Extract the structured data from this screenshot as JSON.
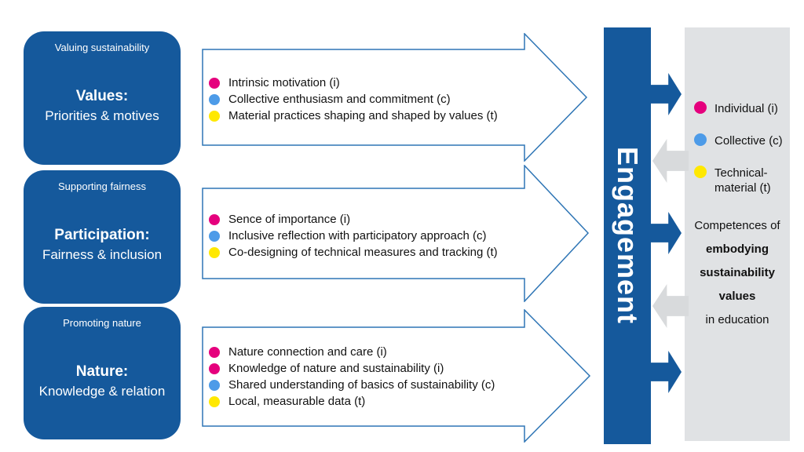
{
  "colors": {
    "primary_blue": "#15599C",
    "arrow_outline_blue": "#2E75B5",
    "magenta": "#E5007D",
    "light_blue": "#4D9BE8",
    "yellow": "#FFE800",
    "panel_gray": "#E0E2E4",
    "gray_arrow": "#D8DADC"
  },
  "rows": [
    {
      "tagline": "Valuing sustainability",
      "title": "Values:",
      "subtitle": "Priorities & motives",
      "bullets": [
        {
          "color": "#E5007D",
          "text": "Intrinsic motivation (i)"
        },
        {
          "color": "#4D9BE8",
          "text": "Collective enthusiasm and commitment (c)"
        },
        {
          "color": "#FFE800",
          "text": "Material practices shaping and shaped by values (t)"
        }
      ]
    },
    {
      "tagline": "Supporting fairness",
      "title": "Participation:",
      "subtitle": "Fairness & inclusion",
      "bullets": [
        {
          "color": "#E5007D",
          "text": "Sence of importance (i)"
        },
        {
          "color": "#4D9BE8",
          "text": "Inclusive reflection with participatory approach (c)"
        },
        {
          "color": "#FFE800",
          "text": "Co-designing of technical measures and tracking (t)"
        }
      ]
    },
    {
      "tagline": "Promoting nature",
      "title": "Nature:",
      "subtitle": "Knowledge & relation",
      "bullets": [
        {
          "color": "#E5007D",
          "text": "Nature connection and care (i)"
        },
        {
          "color": "#E5007D",
          "text": "Knowledge of nature and sustainability (i)"
        },
        {
          "color": "#4D9BE8",
          "text": "Shared understanding of basics of sustainability (c)"
        },
        {
          "color": "#FFE800",
          "text": "Local, measurable data (t)"
        }
      ]
    }
  ],
  "engagement": {
    "label": "Engagement"
  },
  "side_panel": {
    "legend": [
      {
        "color": "#E5007D",
        "label": "Individual (i)",
        "label2": ""
      },
      {
        "color": "#4D9BE8",
        "label": "Collective (c)",
        "label2": ""
      },
      {
        "color": "#FFE800",
        "label": "Technical-",
        "label2": "material (t)"
      }
    ],
    "caption": {
      "line1": "Competences of",
      "line2": "embodying",
      "line3": "sustainability",
      "line4": "values",
      "line5": "in education"
    }
  }
}
